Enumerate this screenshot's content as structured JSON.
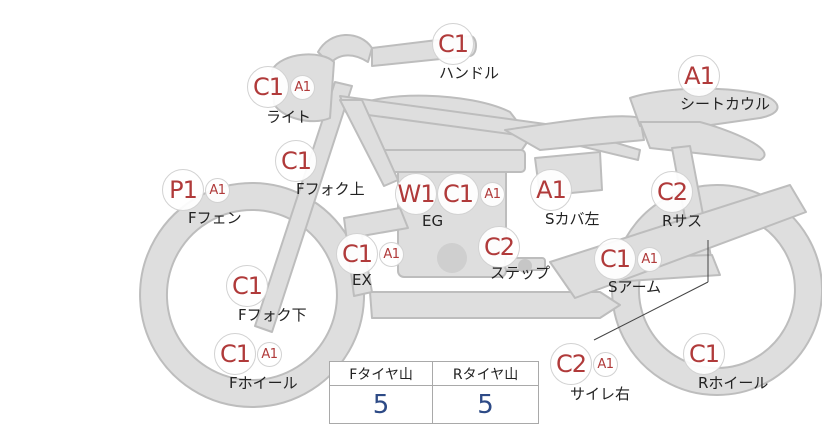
{
  "colors": {
    "badge_text": "#b03a3a",
    "tire_value": "#2d4a86",
    "bike_fill": "#dedede",
    "bike_stroke": "#bdbdbd"
  },
  "parts": {
    "handle": {
      "label": "ハンドル",
      "codes": [
        "C1"
      ]
    },
    "light": {
      "label": "ライト",
      "codes": [
        "C1",
        "A1"
      ]
    },
    "seat_cowl": {
      "label": "シートカウル",
      "codes": [
        "A1"
      ]
    },
    "f_fork_up": {
      "label": "Fフォク上",
      "codes": [
        "C1"
      ]
    },
    "f_fender": {
      "label": "Fフェン",
      "codes": [
        "P1",
        "A1"
      ]
    },
    "eg": {
      "label": "EG",
      "codes": [
        "W1",
        "C1",
        "A1"
      ]
    },
    "s_cover_l": {
      "label": "Sカバ左",
      "codes": [
        "A1"
      ]
    },
    "r_sus": {
      "label": "Rサス",
      "codes": [
        "C2"
      ]
    },
    "ex": {
      "label": "EX",
      "codes": [
        "C1",
        "A1"
      ]
    },
    "step": {
      "label": "ステップ",
      "codes": [
        "C2"
      ]
    },
    "s_arm": {
      "label": "Sアーム",
      "codes": [
        "C1",
        "A1"
      ]
    },
    "f_fork_low": {
      "label": "Fフォク下",
      "codes": [
        "C1"
      ]
    },
    "f_wheel": {
      "label": "Fホイール",
      "codes": [
        "C1",
        "A1"
      ]
    },
    "muffler_r": {
      "label": "サイレ右",
      "codes": [
        "C2",
        "A1"
      ]
    },
    "r_wheel": {
      "label": "Rホイール",
      "codes": [
        "C1"
      ]
    }
  },
  "tire_table": {
    "headers": [
      "Fタイヤ山",
      "Rタイヤ山"
    ],
    "values": [
      "5",
      "5"
    ]
  }
}
